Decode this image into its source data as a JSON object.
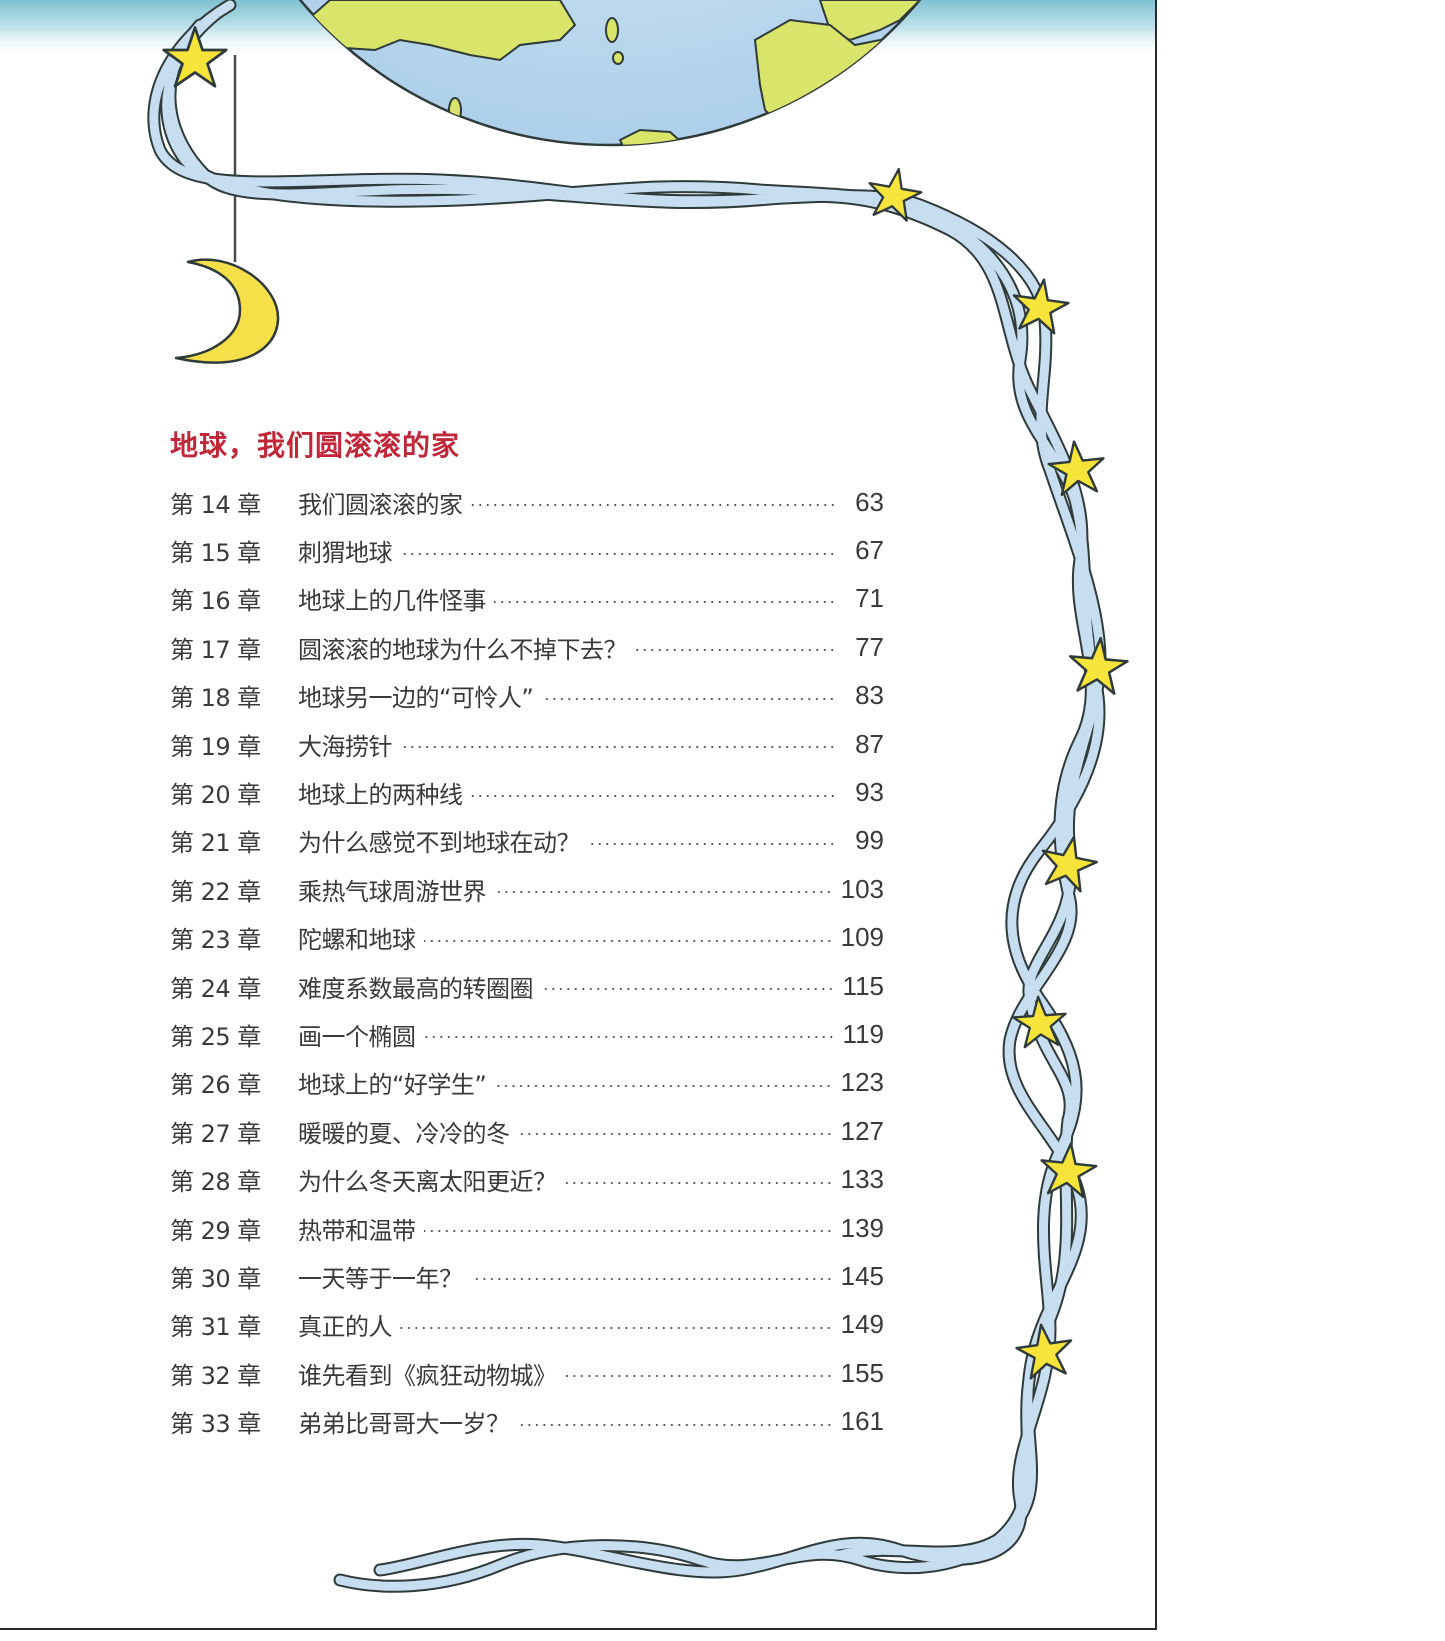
{
  "section": {
    "title": "地球，我们圆滚滚的家",
    "title_color": "#c0283a"
  },
  "toc": [
    {
      "chapter": "第 14 章",
      "title": "我们圆滚滚的家",
      "page": "63"
    },
    {
      "chapter": "第 15 章",
      "title": "刺猬地球",
      "page": "67"
    },
    {
      "chapter": "第 16 章",
      "title": "地球上的几件怪事",
      "page": "71"
    },
    {
      "chapter": "第 17 章",
      "title": "圆滚滚的地球为什么不掉下去？",
      "page": "77"
    },
    {
      "chapter": "第 18 章",
      "title": "地球另一边的“可怜人”",
      "page": "83"
    },
    {
      "chapter": "第 19 章",
      "title": "大海捞针",
      "page": "87"
    },
    {
      "chapter": "第 20 章",
      "title": "地球上的两种线",
      "page": "93"
    },
    {
      "chapter": "第 21 章",
      "title": "为什么感觉不到地球在动？",
      "page": "99"
    },
    {
      "chapter": "第 22 章",
      "title": "乘热气球周游世界",
      "page": "103"
    },
    {
      "chapter": "第 23 章",
      "title": "陀螺和地球",
      "page": "109"
    },
    {
      "chapter": "第 24 章",
      "title": "难度系数最高的转圈圈",
      "page": "115"
    },
    {
      "chapter": "第 25 章",
      "title": "画一个椭圆",
      "page": "119"
    },
    {
      "chapter": "第 26 章",
      "title": "地球上的“好学生”",
      "page": "123"
    },
    {
      "chapter": "第 27 章",
      "title": "暖暖的夏、冷冷的冬",
      "page": "127"
    },
    {
      "chapter": "第 28 章",
      "title": "为什么冬天离太阳更近？",
      "page": "133"
    },
    {
      "chapter": "第 29 章",
      "title": "热带和温带",
      "page": "139"
    },
    {
      "chapter": "第 30 章",
      "title": "一天等于一年？",
      "page": "145"
    },
    {
      "chapter": "第 31 章",
      "title": "真正的人",
      "page": "149"
    },
    {
      "chapter": "第 32 章",
      "title": "谁先看到《疯狂动物城》",
      "page": "155"
    },
    {
      "chapter": "第 33 章",
      "title": "弟弟比哥哥大一岁？",
      "page": "161"
    }
  ],
  "illustration": {
    "icons": [
      "globe-icon",
      "moon-icon",
      "star-icon",
      "ribbon-border"
    ],
    "colors": {
      "ocean": "#bcd9ee",
      "land": "#d9e46a",
      "star": "#f7e43a",
      "moon": "#f5e04a",
      "ribbon": "#c7def0",
      "sky": "#8ec9d8",
      "outline": "#2f3a3a"
    }
  }
}
